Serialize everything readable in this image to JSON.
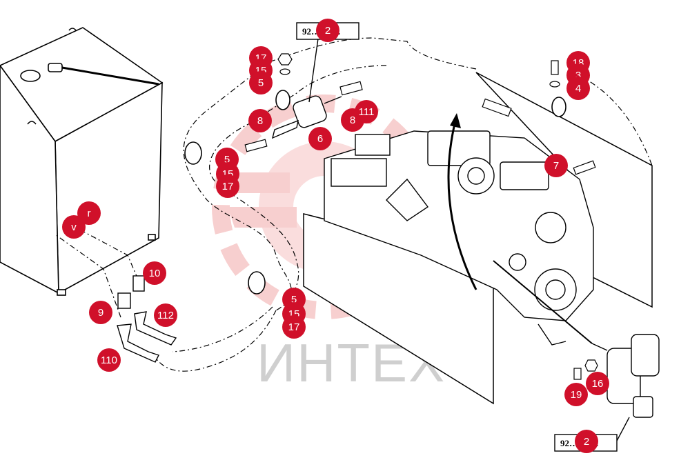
{
  "watermark": {
    "text": "ИНТЕХ",
    "color": "#d0d0d0",
    "gear_color": "#f4b9b9"
  },
  "reference_boxes": [
    {
      "id": "ref-top",
      "text": "92…/95…"
    },
    {
      "id": "ref-bottom",
      "text": "92…/95…"
    }
  ],
  "callout_color": "#d0102a",
  "callouts": [
    {
      "id": "c17a",
      "label": "17"
    },
    {
      "id": "c15a",
      "label": "15"
    },
    {
      "id": "c5a",
      "label": "5"
    },
    {
      "id": "c8a",
      "label": "8"
    },
    {
      "id": "c6",
      "label": "6"
    },
    {
      "id": "c8b",
      "label": "8"
    },
    {
      "id": "c111",
      "label": "111"
    },
    {
      "id": "c18",
      "label": "18"
    },
    {
      "id": "c3",
      "label": "3"
    },
    {
      "id": "c4",
      "label": "4"
    },
    {
      "id": "c7",
      "label": "7"
    },
    {
      "id": "c5b",
      "label": "5"
    },
    {
      "id": "c15b",
      "label": "15"
    },
    {
      "id": "c17b",
      "label": "17"
    },
    {
      "id": "cr",
      "label": "r"
    },
    {
      "id": "cv",
      "label": "v"
    },
    {
      "id": "c10",
      "label": "10"
    },
    {
      "id": "c9",
      "label": "9"
    },
    {
      "id": "c112",
      "label": "112"
    },
    {
      "id": "c110",
      "label": "110"
    },
    {
      "id": "c5c",
      "label": "5"
    },
    {
      "id": "c15c",
      "label": "15"
    },
    {
      "id": "c17c",
      "label": "17"
    },
    {
      "id": "c16",
      "label": "16"
    },
    {
      "id": "c19",
      "label": "19"
    },
    {
      "id": "c2ref",
      "label": "2"
    },
    {
      "id": "c2ref2",
      "label": "2"
    }
  ]
}
